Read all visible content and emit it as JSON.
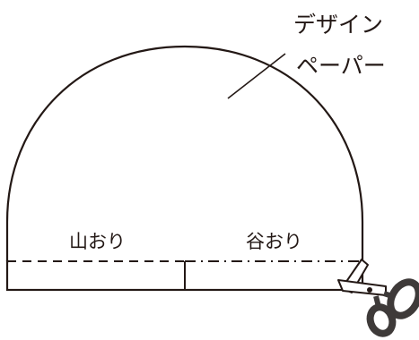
{
  "labels": {
    "callout_line1": "デザイン",
    "callout_line2": "ペーパー",
    "mountain_fold": "山おり",
    "valley_fold": "谷おり"
  },
  "colors": {
    "stroke": "#231815",
    "scissor_handle": "#3e3a39",
    "background": "#ffffff"
  },
  "icons": {
    "cut_tool": "scissors-icon"
  }
}
